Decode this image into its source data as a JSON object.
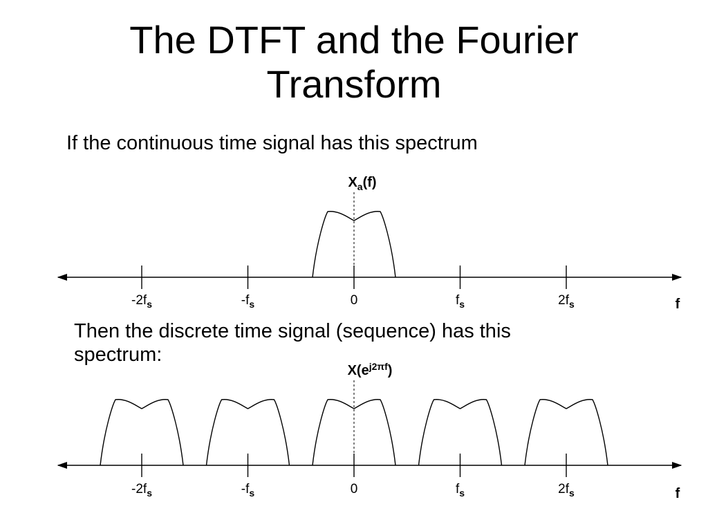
{
  "title": [
    "The DTFT and the Fourier",
    "Transform"
  ],
  "caption_top": "If the continuous time signal has this spectrum",
  "caption_bottom": [
    "Then the discrete time signal (sequence) has this",
    "spectrum:"
  ],
  "colors": {
    "ink": "#000000",
    "background": "#ffffff"
  },
  "top_plot": {
    "ylabel": {
      "main": "X",
      "sub": "a",
      "rest": "(f)"
    },
    "axis_label": "f",
    "ticks": [
      {
        "pre": "-2f",
        "sub": "s",
        "value_fs": -2
      },
      {
        "pre": "-f",
        "sub": "s",
        "value_fs": -1
      },
      {
        "pre": "0",
        "sub": "",
        "value_fs": 0
      },
      {
        "pre": "f",
        "sub": "s",
        "value_fs": 1
      },
      {
        "pre": "2f",
        "sub": "s",
        "value_fs": 2
      }
    ],
    "lobe_centers_fs": [
      0
    ]
  },
  "bottom_plot": {
    "ylabel": {
      "main": "X(e",
      "sup": "j2πf",
      "rest": ")"
    },
    "axis_label": "f",
    "ticks": [
      {
        "pre": "-2f",
        "sub": "s",
        "value_fs": -2
      },
      {
        "pre": "-f",
        "sub": "s",
        "value_fs": -1
      },
      {
        "pre": "0",
        "sub": "",
        "value_fs": 0
      },
      {
        "pre": "f",
        "sub": "s",
        "value_fs": 1
      },
      {
        "pre": "2f",
        "sub": "s",
        "value_fs": 2
      }
    ],
    "lobe_centers_fs": [
      -2,
      -1,
      0,
      1,
      2
    ]
  }
}
